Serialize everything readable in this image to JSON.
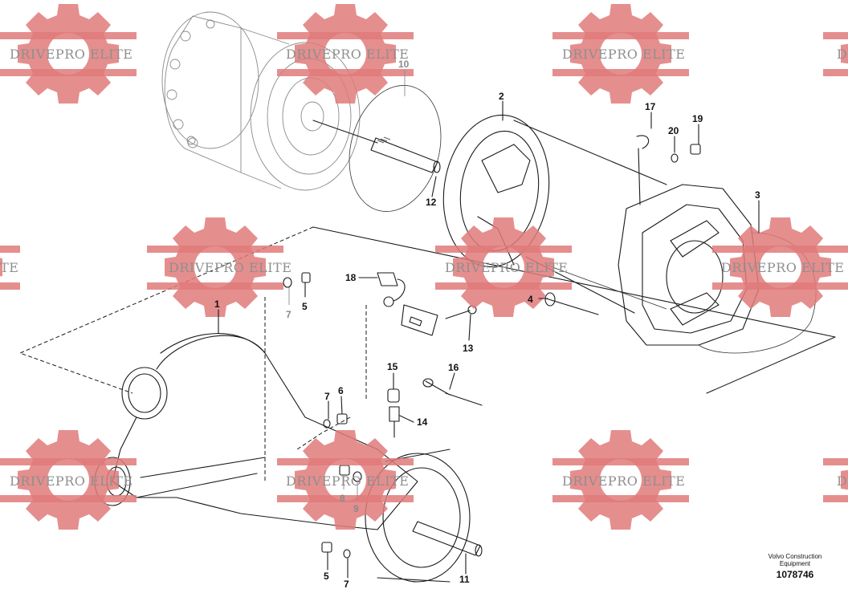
{
  "watermark": {
    "text": "DRIVEPRO ELITE",
    "color": "#e07a7a"
  },
  "parts": {
    "p1": "1",
    "p2": "2",
    "p3": "3",
    "p4": "4",
    "p5a": "5",
    "p5b": "5",
    "p6": "6",
    "p7a": "7",
    "p7b": "7",
    "p7c": "7",
    "p8": "8",
    "p9": "9",
    "p10": "10",
    "p11": "11",
    "p12": "12",
    "p13": "13",
    "p14": "14",
    "p15": "15",
    "p16": "16",
    "p17": "17",
    "p18": "18",
    "p19": "19",
    "p20": "20"
  },
  "caption": {
    "brand_line1": "Volvo Construction",
    "brand_line2": "Equipment",
    "figure_number": "1078746"
  }
}
